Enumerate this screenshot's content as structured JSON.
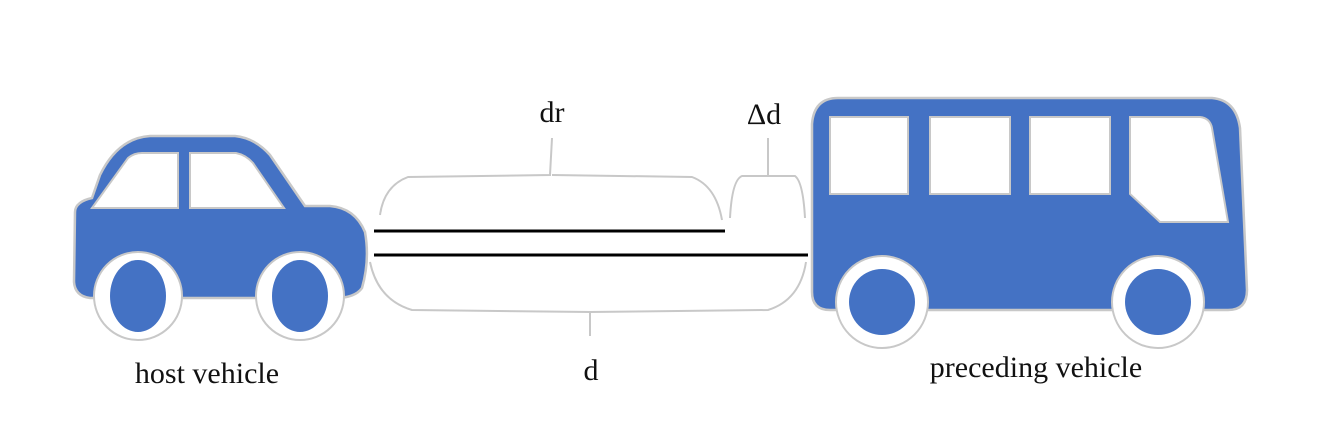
{
  "labels": {
    "host": "host vehicle",
    "preceding": "preceding vehicle",
    "dr": "dr",
    "delta_d": "Δd",
    "d": "d"
  },
  "colors": {
    "vehicle_fill": "#4472C4",
    "outline": "#C8C8C8",
    "line": "#000000"
  },
  "icons": {
    "host": "car-icon",
    "preceding": "bus-icon"
  }
}
